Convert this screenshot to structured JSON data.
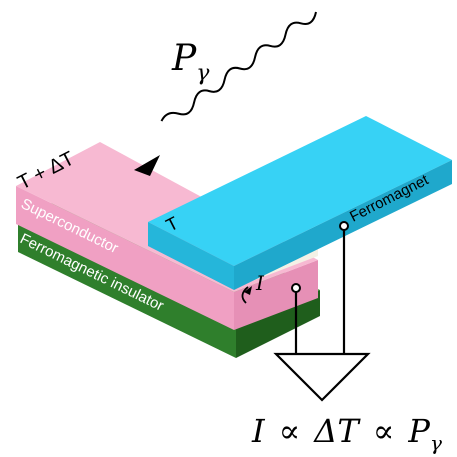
{
  "photon": {
    "symbol": "P",
    "subscript": "γ"
  },
  "superconductor": {
    "name": "Superconductor",
    "temperature_label": "T + ΔT",
    "color": "#f4a7c8"
  },
  "insulator": {
    "name": "Ferromagnetic insulator",
    "color": "#3a8a34"
  },
  "ferromagnet": {
    "name": "Ferromagnet",
    "temperature_label": "T",
    "color": "#33d4f7"
  },
  "current": {
    "symbol": "I"
  },
  "relation": {
    "lhs": "I",
    "op1": "∝",
    "delta": "ΔT",
    "op2": "∝",
    "p": "P",
    "p_sub": "γ"
  }
}
